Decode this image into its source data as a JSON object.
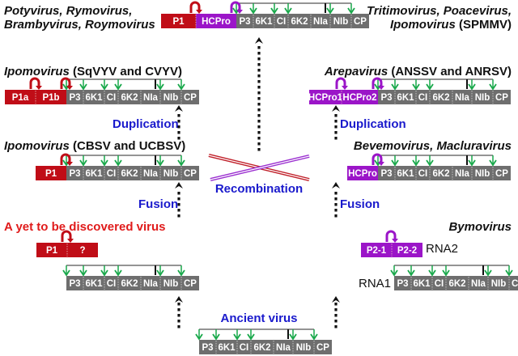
{
  "colors": {
    "gray_segment": "#6e6e6e",
    "red_segment": "#c00d17",
    "purple_segment": "#9b15c8",
    "green_arrow": "#18a84a",
    "blue_label": "#1a1acc",
    "red_label": "#e01b1b",
    "recomb_red": "#c0202a",
    "recomb_purple": "#9b30d0"
  },
  "core_segments": [
    "P3",
    "6K1",
    "CI",
    "6K2",
    "NIa",
    "NIb",
    "CP"
  ],
  "genomes": [
    {
      "id": "potyvirus",
      "title_italic": "Potyvirus, Rymovirus,",
      "title_italic2": "Brambyvirus, Roymovirus",
      "leader": [
        {
          "label": "P1",
          "color": "red"
        },
        {
          "label": "HCPro",
          "color": "purple"
        }
      ]
    },
    {
      "id": "tritimovirus",
      "title_italic": "Tritimovirus, Poacevirus,",
      "title_italic2": "Ipomovirus",
      "title_plain2": " (SPMMV)"
    },
    {
      "id": "ipomovirus-sqvyv",
      "title_italic": "Ipomovirus",
      "title_plain": " (SqVYV and CVYV)",
      "leader": [
        {
          "label": "P1a",
          "color": "red"
        },
        {
          "label": "P1b",
          "color": "red"
        }
      ]
    },
    {
      "id": "ipomovirus-cbsv",
      "title_italic": "Ipomovirus",
      "title_plain": " (CBSV and UCBSV)",
      "leader": [
        {
          "label": "P1",
          "color": "red"
        }
      ]
    },
    {
      "id": "arepavirus",
      "title_italic": "Arepavirus",
      "title_plain": " (ANSSV and ANRSV)",
      "leader": [
        {
          "label": "HCPro1",
          "color": "purple"
        },
        {
          "label": "HCPro2",
          "color": "purple"
        }
      ]
    },
    {
      "id": "bevemovirus",
      "title_italic": "Bevemovirus, Macluravirus",
      "leader": [
        {
          "label": "HCPro",
          "color": "purple"
        }
      ]
    },
    {
      "id": "undiscovered",
      "title_red": "A yet to be discovered virus",
      "leader": [
        {
          "label": "P1",
          "color": "red"
        },
        {
          "label": "?",
          "color": "red"
        }
      ]
    },
    {
      "id": "bymovirus",
      "title_italic": "Bymovirus",
      "rna2_label": "RNA2",
      "rna1_label": "RNA1",
      "leader": [
        {
          "label": "P2-1",
          "color": "purple"
        },
        {
          "label": "P2-2",
          "color": "purple"
        }
      ]
    },
    {
      "id": "ancient",
      "title_blue": "Ancient virus"
    }
  ],
  "events": {
    "duplication_left": "Duplication",
    "duplication_right": "Duplication",
    "fusion_left": "Fusion",
    "fusion_right": "Fusion",
    "recombination": "Recombination"
  }
}
